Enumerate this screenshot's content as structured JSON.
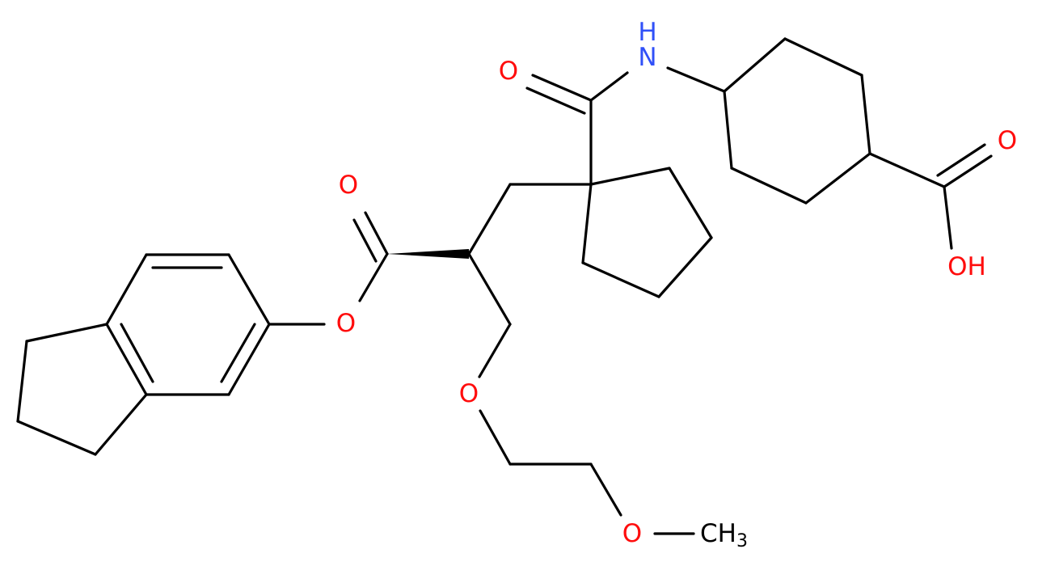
{
  "colors": {
    "bond": "#000000",
    "oxygen": "#ff0d0d",
    "nitrogen": "#3050f8",
    "carbon": "#000000"
  },
  "atoms": {
    "o_amide": "O",
    "nh": "N",
    "h_on_n": "H",
    "o_acid_carbonyl": "O",
    "oh": "OH",
    "o_ester_carbonyl": "O",
    "o_ester": "O",
    "o_ether_1": "O",
    "o_ether_2": "O",
    "ch3_c": "CH",
    "ch3_sub": "3"
  }
}
